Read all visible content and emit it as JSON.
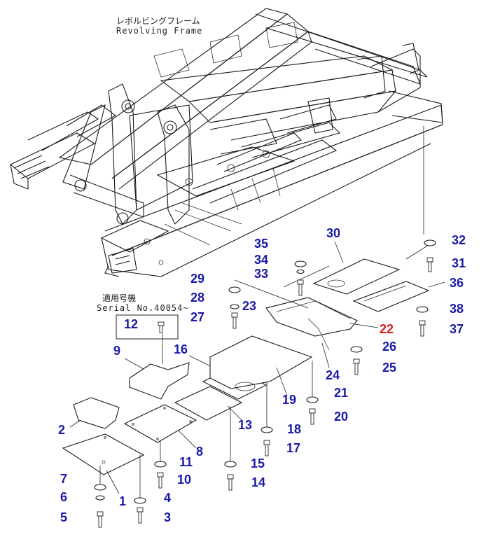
{
  "title": {
    "jp": "レボルビングフレーム",
    "en": "Revolving Frame"
  },
  "serial_note": {
    "jp": "適用号機",
    "en": "Serial No.40054~"
  },
  "colors": {
    "callout": "#1a1aa8",
    "highlight": "#d81b1b",
    "line": "#1a1a1a"
  },
  "callouts": [
    {
      "id": "c1",
      "text": "1"
    },
    {
      "id": "c2",
      "text": "2"
    },
    {
      "id": "c3",
      "text": "3"
    },
    {
      "id": "c4",
      "text": "4"
    },
    {
      "id": "c5",
      "text": "5"
    },
    {
      "id": "c6",
      "text": "6"
    },
    {
      "id": "c7",
      "text": "7"
    },
    {
      "id": "c8",
      "text": "8"
    },
    {
      "id": "c9",
      "text": "9"
    },
    {
      "id": "c10",
      "text": "10"
    },
    {
      "id": "c11",
      "text": "11"
    },
    {
      "id": "c12",
      "text": "12"
    },
    {
      "id": "c13",
      "text": "13"
    },
    {
      "id": "c14",
      "text": "14"
    },
    {
      "id": "c15",
      "text": "15"
    },
    {
      "id": "c16",
      "text": "16"
    },
    {
      "id": "c17",
      "text": "17"
    },
    {
      "id": "c18",
      "text": "18"
    },
    {
      "id": "c19",
      "text": "19"
    },
    {
      "id": "c20",
      "text": "20"
    },
    {
      "id": "c21",
      "text": "21"
    },
    {
      "id": "c22",
      "text": "22",
      "highlight": true
    },
    {
      "id": "c23",
      "text": "23"
    },
    {
      "id": "c24",
      "text": "24"
    },
    {
      "id": "c25",
      "text": "25"
    },
    {
      "id": "c26",
      "text": "26"
    },
    {
      "id": "c27",
      "text": "27"
    },
    {
      "id": "c28",
      "text": "28"
    },
    {
      "id": "c29",
      "text": "29"
    },
    {
      "id": "c30",
      "text": "30"
    },
    {
      "id": "c31",
      "text": "31"
    },
    {
      "id": "c32",
      "text": "32"
    },
    {
      "id": "c33",
      "text": "33"
    },
    {
      "id": "c34",
      "text": "34"
    },
    {
      "id": "c35",
      "text": "35"
    },
    {
      "id": "c36",
      "text": "36"
    },
    {
      "id": "c37",
      "text": "37"
    },
    {
      "id": "c38",
      "text": "38"
    }
  ]
}
